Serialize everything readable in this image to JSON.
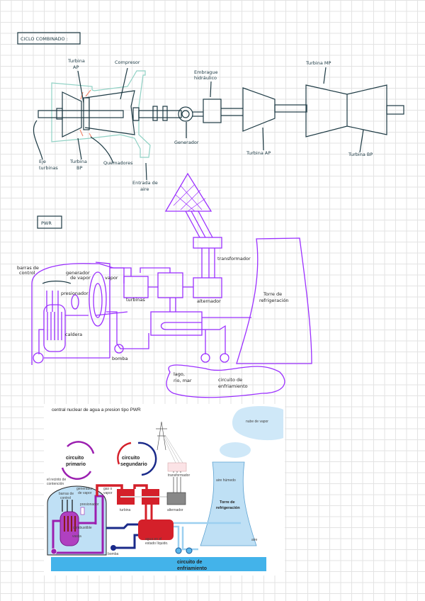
{
  "colors": {
    "ink": "#1d3a44",
    "accent_teal": "#8fd1c4",
    "burner": "#f08a70",
    "pwr_ink": "#9b30ff",
    "primary": "#9b1fb0",
    "secondary_hot": "#d4202a",
    "secondary_cold": "#1a2a8a",
    "cooling": "#5bb6ea"
  },
  "ciclo": {
    "title": "CICLO COMBINADO :",
    "turbina_ap_top": [
      "Turbina",
      "AP"
    ],
    "compresor": "Compresor",
    "embrague": [
      "Embrague",
      "hidráulico"
    ],
    "turbina_mp": "Turbina MP",
    "turbina_ap": "Turbina AP",
    "turbina_bp": "Turbina BP",
    "generador": "Generador",
    "eje": [
      "Eje",
      "turbinas"
    ],
    "turbina_bp_left": [
      "Turbina",
      "BP"
    ],
    "quemadores": "Quemadores",
    "entrada": [
      "Entrada de",
      "aire"
    ]
  },
  "pwr": {
    "title": "PWR",
    "barras": [
      "barras de",
      "control"
    ],
    "generador": [
      "generador",
      "de vapor"
    ],
    "vapor": "vapor",
    "presionador": "presionador",
    "turbinas": "turbinas",
    "alternador": "alternador",
    "transformador": "transformador",
    "torre": [
      "Torre de",
      "refrigeración"
    ],
    "caldera": "caldera",
    "bomba": "bomba",
    "lago": [
      "lago,",
      "rio, mar"
    ],
    "circuito": [
      "circuito de",
      "enfriamiento"
    ]
  },
  "figure": {
    "title": "central nuclear de agua a presion tipo PWR",
    "nube": "nube de vapor",
    "primario": [
      "circuito",
      "primario"
    ],
    "segundario": [
      "circuito",
      "segundario"
    ],
    "transformador": "transformador",
    "recinto": [
      "el recinto de",
      "contención"
    ],
    "barras": [
      "barras de",
      "control"
    ],
    "generador": [
      "generador",
      "de vapor"
    ],
    "gas": [
      "gas o",
      "vapor"
    ],
    "presionador": "presionador",
    "turbina": "turbina",
    "alternador": "alternador",
    "aire_humedo": "aire húmedo",
    "torre": [
      "Torre de",
      "refrigeración"
    ],
    "combustible": "combustible",
    "vasija": "vasija",
    "agua": [
      "agua en el",
      "estado líquido."
    ],
    "aire": "aire",
    "bomba": "bomba",
    "enfriamiento": [
      "circuito de",
      "enfriamiento"
    ]
  }
}
